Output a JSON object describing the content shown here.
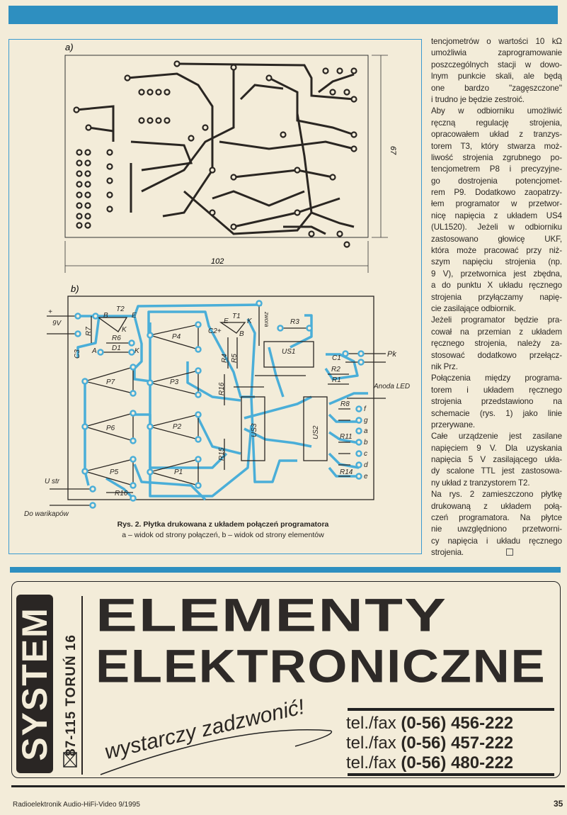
{
  "figure": {
    "part_a_label": "a)",
    "part_b_label": "b)",
    "dim_width": "102",
    "dim_height": "67",
    "caption_title": "Rys. 2. Płytka drukowana z układem połączeń programatora",
    "caption_sub": "a – widok od strony połączeń, b – widok od strony elementów",
    "labels": {
      "plus": "+",
      "minus": "-",
      "v9": "9V",
      "T2": "T2",
      "B": "B",
      "E": "E",
      "K": "K",
      "R7": "R7",
      "R6": "R6",
      "D1": "D1",
      "A": "A",
      "C3": "C3",
      "P1": "P1",
      "P2": "P2",
      "P3": "P3",
      "P4": "P4",
      "P5": "P5",
      "P6": "P6",
      "P7": "P7",
      "T1": "T1",
      "C2": "C2+",
      "zwora": "zwora",
      "R3": "R3",
      "US1": "US1",
      "R4": "R4",
      "R5": "R5",
      "C1": "C1",
      "R2": "R2",
      "R1": "R1",
      "Pk": "Pk",
      "anoda": "Anoda LED",
      "R16": "R16",
      "US3": "US3",
      "US2": "US2",
      "R15": "R15",
      "R8": "R8",
      "R11": "R11",
      "R14": "R14",
      "f": "f",
      "g": "g",
      "a": "a",
      "b": "b",
      "c": "c",
      "d": "d",
      "e": "e",
      "ustr": "U str",
      "warikap": "Do warikapów"
    }
  },
  "article": {
    "lines": [
      {
        "t": "tencjometrów o wartości 10 kΩ"
      },
      {
        "t": "umożliwia zaprogramowanie"
      },
      {
        "t": "poszczególnych stacji w dowo-"
      },
      {
        "t": "lnym punkcie skali, ale będą"
      },
      {
        "t": "one bardzo ''zagęszczone''"
      },
      {
        "t": "i trudno je będzie zestroić.",
        "last": true
      },
      {
        "t": "Aby w odbiorniku umożliwić"
      },
      {
        "t": "ręczną regulację strojenia,"
      },
      {
        "t": "opracowałem układ z tranzys-"
      },
      {
        "t": "torem T3, który stwarza moż-"
      },
      {
        "t": "liwość strojenia zgrubnego po-"
      },
      {
        "t": "tencjometrem P8 i precyzyjne-"
      },
      {
        "t": "go dostrojenia potencjomet-"
      },
      {
        "t": "rem P9. Dodatkowo zaopatrzy-"
      },
      {
        "t": "łem programator w przetwor-"
      },
      {
        "t": "nicę napięcia z układem US4"
      },
      {
        "t": "(UL1520). Jeżeli w odbiorniku"
      },
      {
        "t": "zastosowano głowicę UKF,"
      },
      {
        "t": "która może pracować przy niż-"
      },
      {
        "t": "szym napięciu strojenia (np."
      },
      {
        "t": "9 V), przetwornica jest zbędna,"
      },
      {
        "t": "a do punktu X układu ręcznego"
      },
      {
        "t": "strojenia przyłączamy napię-"
      },
      {
        "t": "cie zasilające odbiornik.",
        "last": true
      },
      {
        "t": "Jeżeli programator będzie pra-"
      },
      {
        "t": "cował na przemian z układem"
      },
      {
        "t": "ręcznego strojenia, należy za-"
      },
      {
        "t": "stosować dodatkowo przełącz-"
      },
      {
        "t": "nik Prz.",
        "last": true
      },
      {
        "t": "Połączenia między programa-"
      },
      {
        "t": "torem i układem ręcznego"
      },
      {
        "t": "strojenia przedstawiono na"
      },
      {
        "t": "schemacie (rys. 1) jako linie"
      },
      {
        "t": "przerywane.",
        "last": true
      },
      {
        "t": "Całe urządzenie jest zasilane"
      },
      {
        "t": "napięciem 9 V. Dla uzyskania"
      },
      {
        "t": "napięcia 5 V zasilającego ukła-"
      },
      {
        "t": "dy scalone TTL jest zastosowa-"
      },
      {
        "t": "ny układ z tranzystorem T2.",
        "last": true
      },
      {
        "t": "Na rys. 2 zamieszczono płytkę"
      },
      {
        "t": "drukowaną z układem połą-"
      },
      {
        "t": "czeń programatora. Na płytce"
      },
      {
        "t": "nie uwzględniono przetworni-"
      },
      {
        "t": "cy napięcia i układu ręcznego"
      },
      {
        "t": "strojenia.",
        "last": true,
        "end": true
      }
    ]
  },
  "ad": {
    "logo": "SYSTEM",
    "address": "87-115 TORUŃ 16",
    "headline1": "ELEMENTY",
    "headline2": "ELEKTRONICZNE",
    "slogan": "wystarczy zadzwonić!",
    "phones": [
      {
        "prefix": "tel./fax ",
        "number": "(0-56) 456-222"
      },
      {
        "prefix": "tel./fax ",
        "number": "(0-56) 457-222"
      },
      {
        "prefix": "tel./fax ",
        "number": "(0-56) 480-222"
      }
    ]
  },
  "footer": {
    "publication": "Radioelektronik Audio-HiFi-Video 9/1995",
    "page_number": "35"
  },
  "colors": {
    "accent_blue": "#2e8fc0",
    "trace_blue": "#4aaed8",
    "paper": "#f3ecd9"
  }
}
